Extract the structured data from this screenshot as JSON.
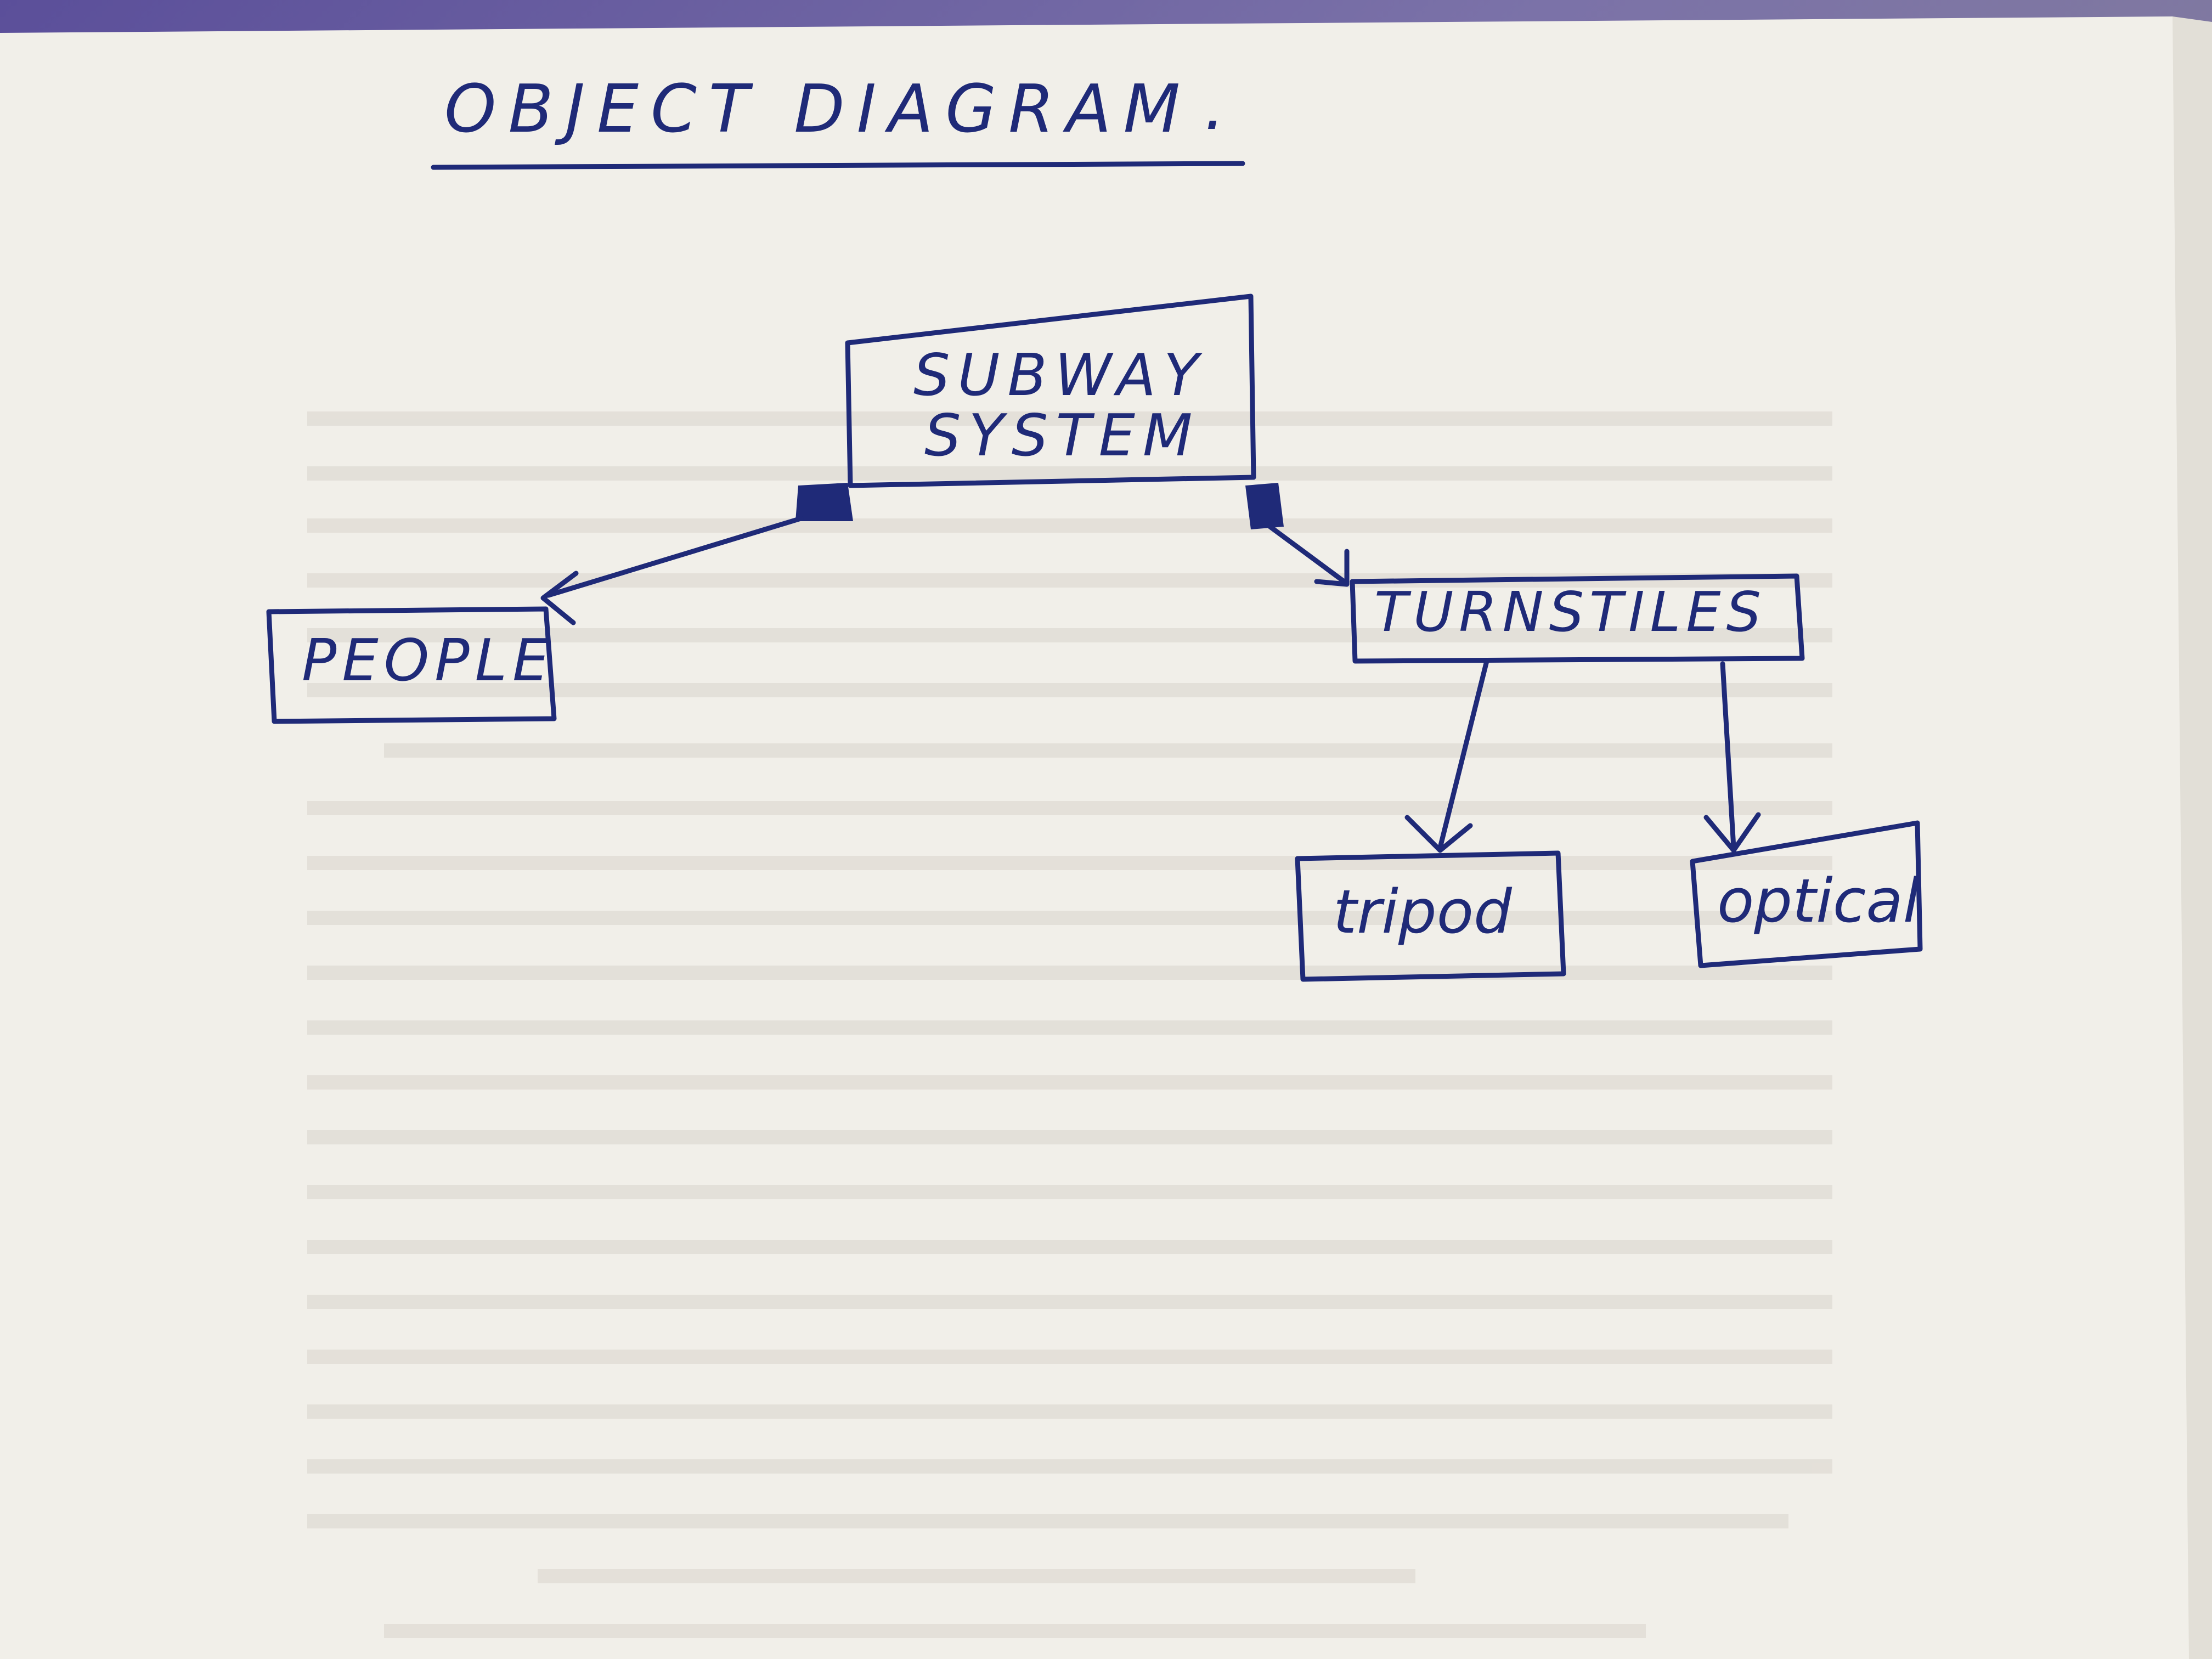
{
  "diagram": {
    "title": "OBJECT DIAGRAM",
    "title_period": ".",
    "nodes": [
      {
        "id": "subway",
        "lines": [
          "SUBWAY",
          "SYSTEM"
        ]
      },
      {
        "id": "people",
        "lines": [
          "PEOPLE"
        ]
      },
      {
        "id": "turnstiles",
        "lines": [
          "TURNSTILES"
        ]
      },
      {
        "id": "tripod",
        "lines": [
          "tripod"
        ]
      },
      {
        "id": "optical",
        "lines": [
          "optical"
        ]
      }
    ],
    "edges": [
      {
        "from": "subway",
        "to": "people",
        "kind": "composition"
      },
      {
        "from": "subway",
        "to": "turnstiles",
        "kind": "composition"
      },
      {
        "from": "turnstiles",
        "to": "tripod",
        "kind": "arrow"
      },
      {
        "from": "turnstiles",
        "to": "optical",
        "kind": "arrow"
      }
    ]
  },
  "colors": {
    "ink": "#1f2a78",
    "paper": "#f2f0ea",
    "background": "#5b4f9a"
  }
}
